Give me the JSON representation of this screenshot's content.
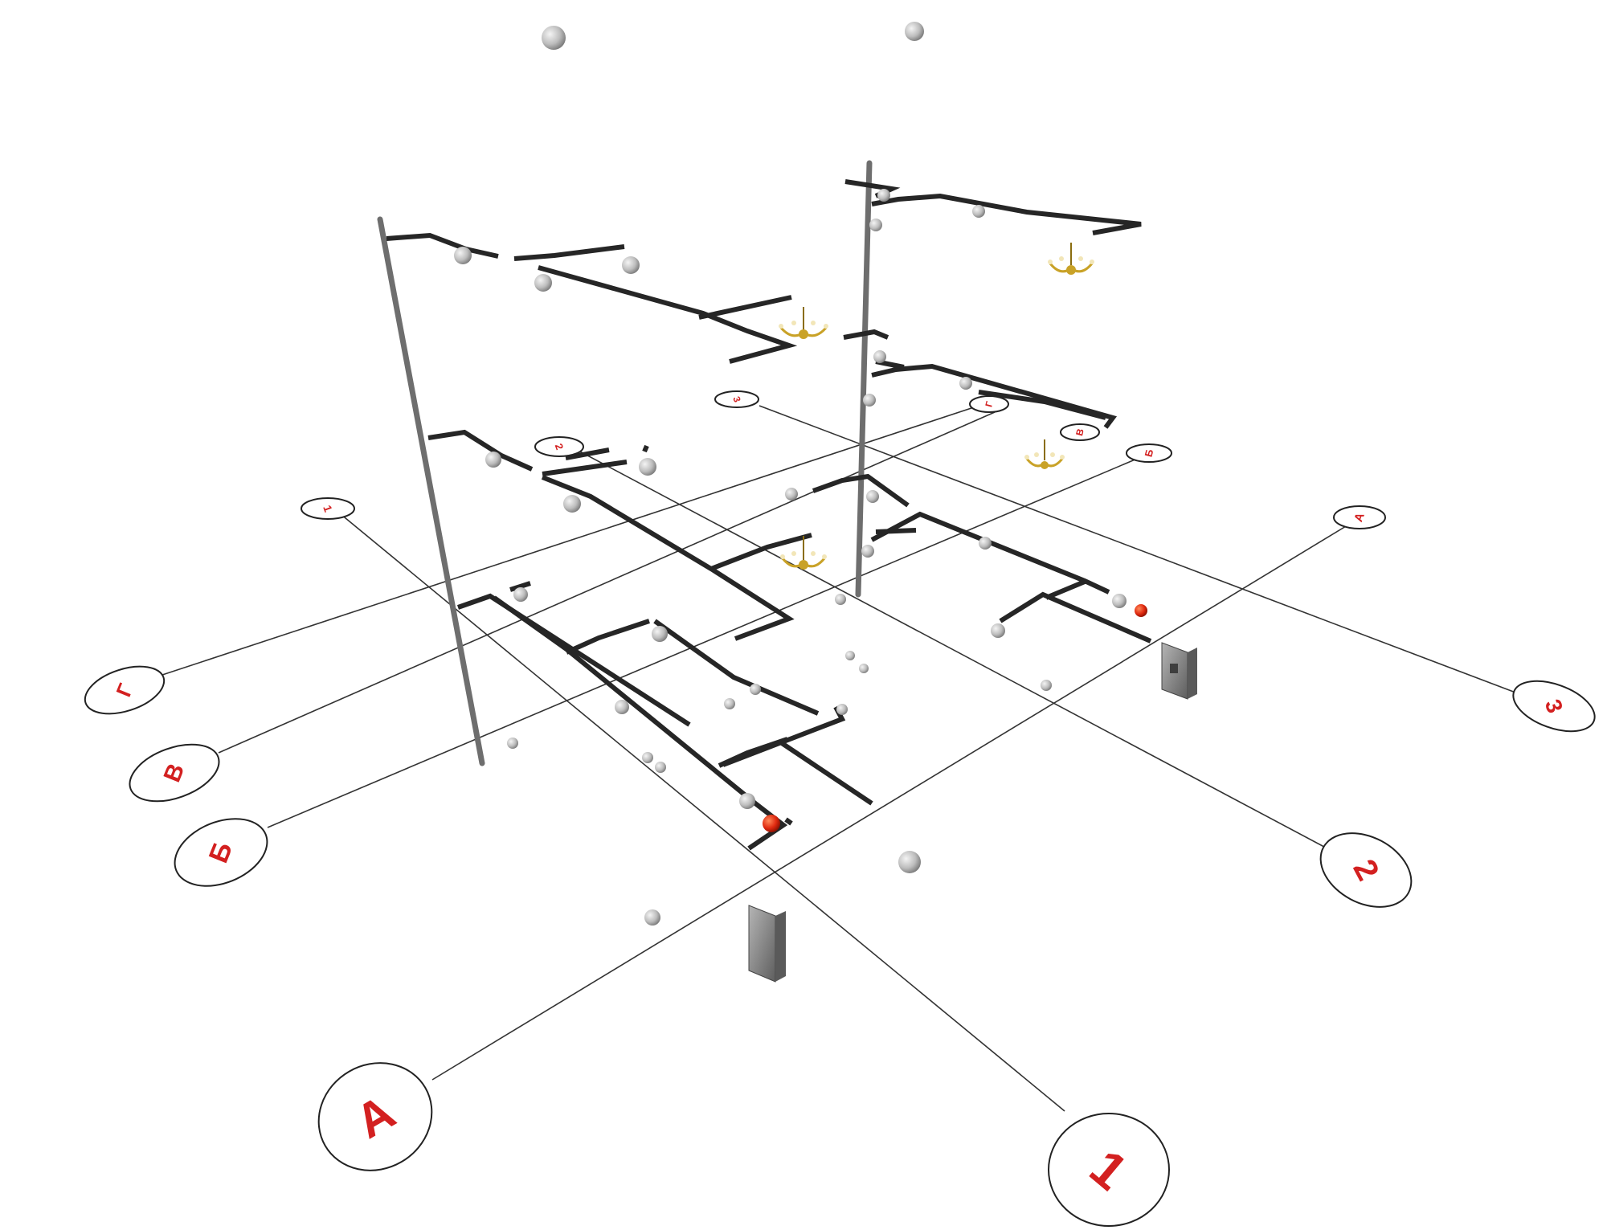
{
  "colors": {
    "background": "#ffffff",
    "wire": "#262626",
    "gridline": "#333333",
    "riser": "#6e6e6e",
    "label": "#d32020",
    "fixture": "#b8b8b8",
    "chandelier": "#c9a227",
    "distribution_board": "#8a8a8a",
    "alarm": "#e02a10"
  },
  "grid_labels": {
    "axis_A": "А",
    "axis_B": "Б",
    "axis_V": "В",
    "axis_G": "Г",
    "axis_1": "1",
    "axis_2": "2",
    "axis_3": "3"
  },
  "icons": [
    "ceiling-light-icon",
    "chandelier-icon",
    "distribution-board-icon",
    "alarm-icon",
    "riser-pipe-icon"
  ]
}
